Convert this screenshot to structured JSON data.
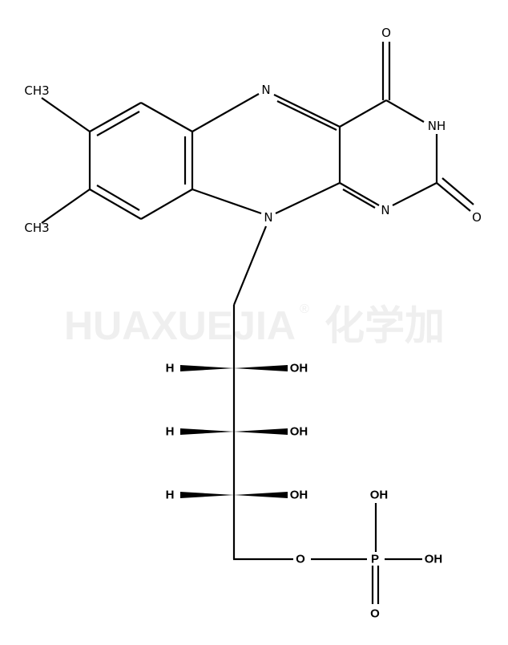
{
  "watermark": {
    "brand": "HUAXUEJIA",
    "registered": "®",
    "chinese": "化学加"
  },
  "atoms": {
    "ch3_top": "CH3",
    "ch3_bottom": "CH3",
    "n5": "N",
    "n10": "N",
    "o4": "O",
    "nh3": "NH",
    "n1": "N",
    "o2": "O",
    "h_2p": "H",
    "oh_2p": "OH",
    "h_3p": "H",
    "oh_3p": "OH",
    "h_4p": "H",
    "oh_4p": "OH",
    "o_ester": "O",
    "p": "P",
    "p_oh_top": "OH",
    "p_oh_right": "OH",
    "p_o_double": "O"
  }
}
